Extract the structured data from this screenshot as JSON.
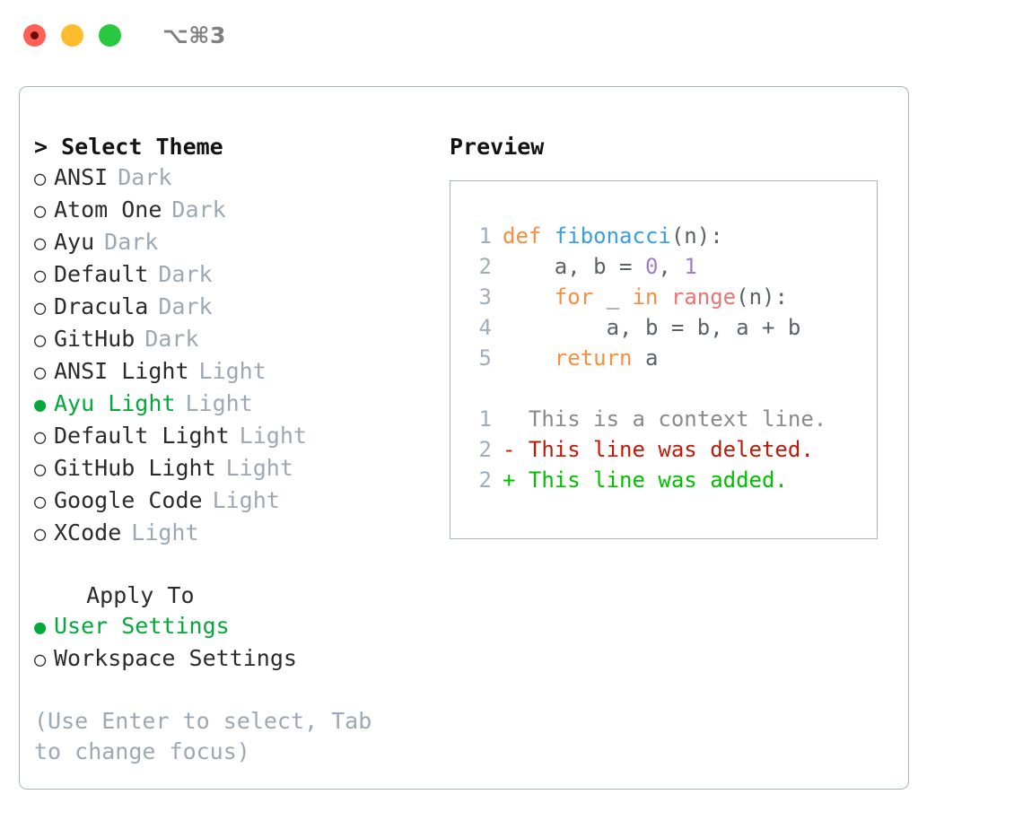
{
  "titlebar": {
    "shortcut": "⌥⌘3",
    "lights": [
      {
        "name": "close-button",
        "color": "#ff6159"
      },
      {
        "name": "minimize-button",
        "color": "#ffbd2e"
      },
      {
        "name": "maximize-button",
        "color": "#28c840"
      }
    ]
  },
  "theme_section": {
    "heading": "> Select Theme",
    "items": [
      {
        "bullet": "○",
        "label": "ANSI",
        "tag": "Dark",
        "selected": false
      },
      {
        "bullet": "○",
        "label": "Atom One",
        "tag": "Dark",
        "selected": false
      },
      {
        "bullet": "○",
        "label": "Ayu",
        "tag": "Dark",
        "selected": false
      },
      {
        "bullet": "○",
        "label": "Default",
        "tag": "Dark",
        "selected": false
      },
      {
        "bullet": "○",
        "label": "Dracula",
        "tag": "Dark",
        "selected": false
      },
      {
        "bullet": "○",
        "label": "GitHub",
        "tag": "Dark",
        "selected": false
      },
      {
        "bullet": "○",
        "label": "ANSI Light",
        "tag": "Light",
        "selected": false
      },
      {
        "bullet": "●",
        "label": "Ayu Light",
        "tag": "Light",
        "selected": true
      },
      {
        "bullet": "○",
        "label": "Default Light",
        "tag": "Light",
        "selected": false
      },
      {
        "bullet": "○",
        "label": "GitHub Light",
        "tag": "Light",
        "selected": false
      },
      {
        "bullet": "○",
        "label": "Google Code",
        "tag": "Light",
        "selected": false
      },
      {
        "bullet": "○",
        "label": "XCode",
        "tag": "Light",
        "selected": false
      }
    ]
  },
  "apply_section": {
    "heading": "  Apply To",
    "items": [
      {
        "bullet": "●",
        "label": "User Settings",
        "selected": true
      },
      {
        "bullet": "○",
        "label": "Workspace Settings",
        "selected": false
      }
    ]
  },
  "hint": "(Use Enter to select, Tab to change focus)",
  "preview": {
    "heading": "Preview",
    "code_lines": [
      {
        "number": "1",
        "tokens": [
          {
            "t": "def",
            "c": "kw"
          },
          {
            "t": " ",
            "c": "pl"
          },
          {
            "t": "fibonacci",
            "c": "fn"
          },
          {
            "t": "(n):",
            "c": "pl"
          }
        ]
      },
      {
        "number": "2",
        "tokens": [
          {
            "t": "    a, b = ",
            "c": "pl"
          },
          {
            "t": "0",
            "c": "num"
          },
          {
            "t": ", ",
            "c": "pl"
          },
          {
            "t": "1",
            "c": "num"
          }
        ]
      },
      {
        "number": "3",
        "tokens": [
          {
            "t": "    ",
            "c": "pl"
          },
          {
            "t": "for",
            "c": "kw"
          },
          {
            "t": " _ ",
            "c": "pl"
          },
          {
            "t": "in",
            "c": "kw"
          },
          {
            "t": " ",
            "c": "pl"
          },
          {
            "t": "range",
            "c": "bi"
          },
          {
            "t": "(n):",
            "c": "pl"
          }
        ]
      },
      {
        "number": "4",
        "tokens": [
          {
            "t": "        a, b = b, a + b",
            "c": "pl"
          }
        ]
      },
      {
        "number": "5",
        "tokens": [
          {
            "t": "    ",
            "c": "pl"
          },
          {
            "t": "return",
            "c": "kw"
          },
          {
            "t": " a",
            "c": "pl"
          }
        ]
      }
    ],
    "diff_lines": [
      {
        "number": "1",
        "kind": "context",
        "text": "  This is a context line."
      },
      {
        "number": "2",
        "kind": "deleted",
        "text": "- This line was deleted."
      },
      {
        "number": "2",
        "kind": "added",
        "text": "+ This line was added."
      }
    ]
  },
  "colors": {
    "accent_green": "#05a83a",
    "border": "#a9b4c2",
    "muted": "#9ca8b4",
    "keyword": "#fa8d3e",
    "function": "#399ee6",
    "number": "#a37acc",
    "builtin": "#f07171",
    "plain": "#5c6166",
    "diff_deleted": "#c21807",
    "diff_added": "#00c000",
    "diff_context": "#8a8a8a"
  }
}
